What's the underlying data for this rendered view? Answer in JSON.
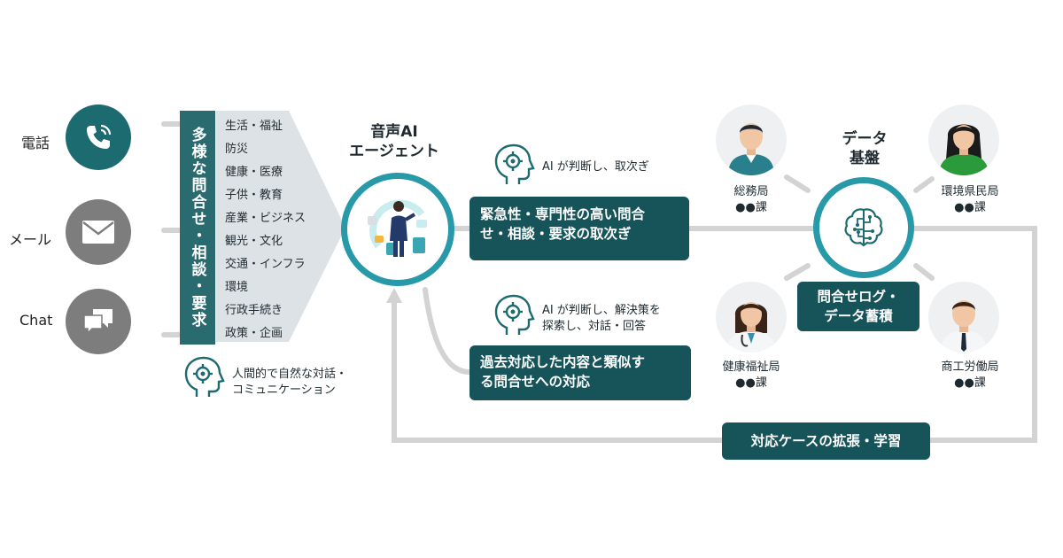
{
  "channels": [
    {
      "label": "電話",
      "icon": "phone-icon",
      "color": "#1c6b70"
    },
    {
      "label": "メール",
      "icon": "mail-icon",
      "color": "#7d7d7d"
    },
    {
      "label": "Chat",
      "icon": "chat-icon",
      "color": "#7d7d7d"
    }
  ],
  "inquiries_label": "多様な問合せ・相談・要求",
  "topics": [
    "生活・福祉",
    "防災",
    "健康・医療",
    "子供・教育",
    "産業・ビジネス",
    "観光・文化",
    "交通・インフラ",
    "環境",
    "行政手続き",
    "政策・企画"
  ],
  "human_note": "人間的で自然な対話・\nコミュニケーション",
  "agent_title": "音声AI\nエージェント",
  "forward_note": "AI が判断し、取次ぎ",
  "forward_box": "緊急性・専門性の高い問合\nせ・相談・要求の取次ぎ",
  "solve_note": "AI が判断し、解決策を\n探索し、対話・回答",
  "solve_box": "過去対応した内容と類似す\nる問合せへの対応",
  "data_title": "データ\n基盤",
  "log_box": "問合せログ・\nデータ蓄積",
  "learn_box": "対応ケースの拡張・学習",
  "departments": [
    {
      "name": "総務局",
      "section": "●●課"
    },
    {
      "name": "環境県民局",
      "section": "●●課"
    },
    {
      "name": "健康福祉局",
      "section": "●●課"
    },
    {
      "name": "商工労働局",
      "section": "●●課"
    }
  ],
  "colors": {
    "teal": "#1c6b70",
    "dark_teal": "#16545a",
    "ring": "#2799a8",
    "line": "#d3d3d3",
    "gray_icon": "#7d7d7d"
  }
}
